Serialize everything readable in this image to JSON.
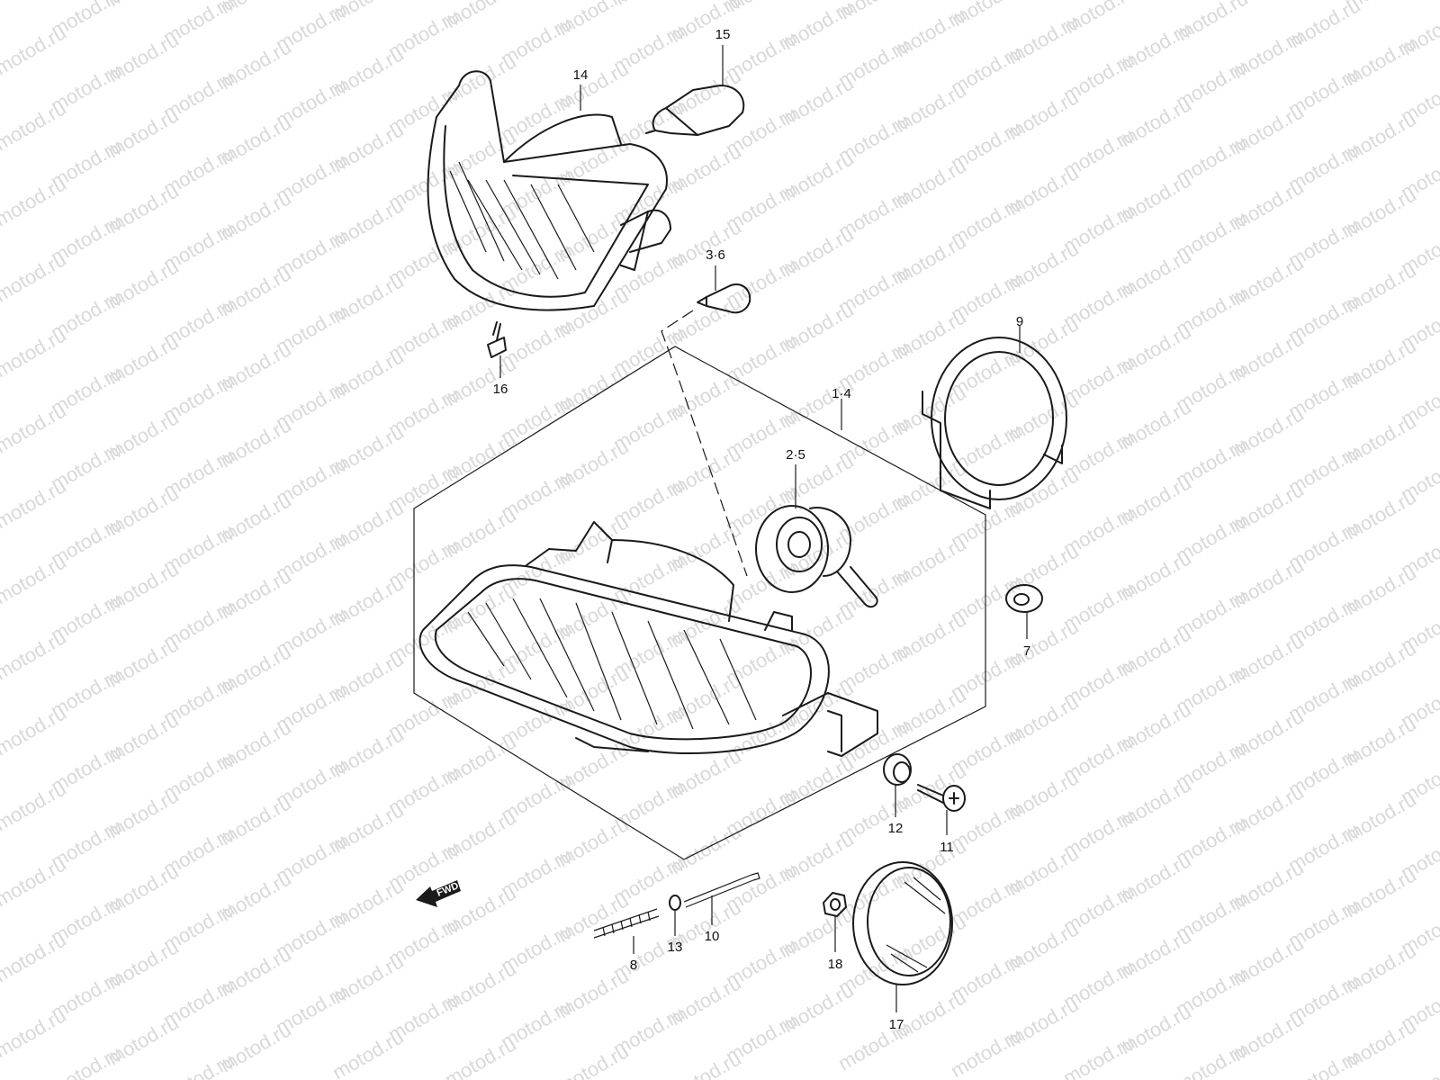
{
  "watermark": {
    "text": "motod.ru"
  },
  "forward_marker": {
    "label": "FWD"
  },
  "callouts": {
    "c14": "14",
    "c15": "15",
    "c36": "3·6",
    "c16": "16",
    "c9": "9",
    "c14b": "1·4",
    "c25": "2·5",
    "c7": "7",
    "c12": "12",
    "c11": "11",
    "c8": "8",
    "c13": "13",
    "c10": "10",
    "c18": "18",
    "c17": "17"
  }
}
